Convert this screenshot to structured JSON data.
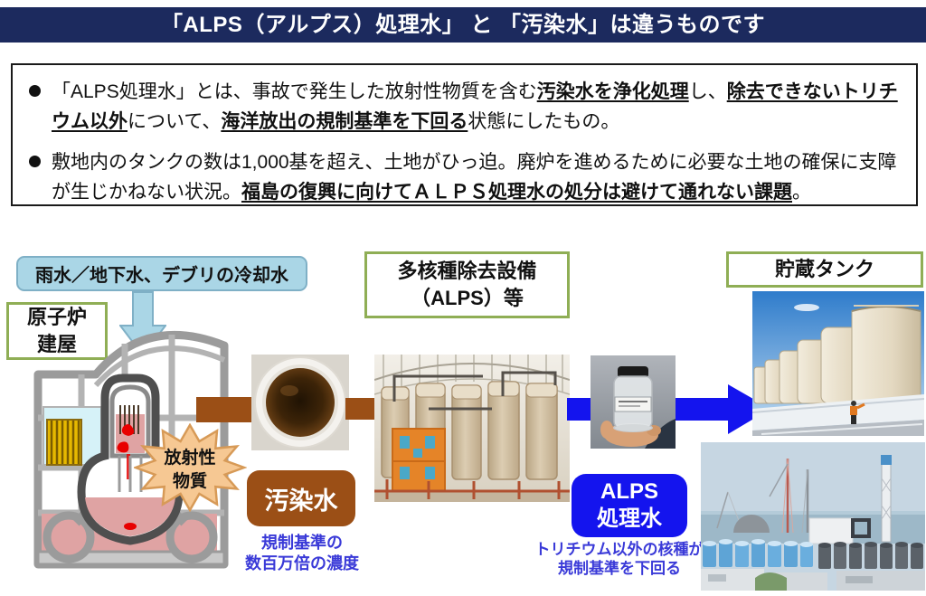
{
  "title": "「ALPS（アルプス）処理水」 と 「汚染水」は違うものです",
  "summary": {
    "bullets": [
      {
        "segments": [
          {
            "t": "「ALPS処理水」とは、事故で発生した放射性物質を含む"
          },
          {
            "t": "汚染水を浄化処理",
            "em": true
          },
          {
            "t": "し、"
          },
          {
            "t": "除去できないトリチウム以外",
            "em": true
          },
          {
            "t": "について、"
          },
          {
            "t": "海洋放出の規制基準を下回る",
            "em": true
          },
          {
            "t": "状態にしたもの。"
          }
        ]
      },
      {
        "segments": [
          {
            "t": "敷地内のタンクの数は1,000基を超え、土地がひっ迫。廃炉を進めるために必要な土地の確保に支障が生じかねない状況。"
          },
          {
            "t": "福島の復興に向けてＡＬＰＳ処理水の処分は避けて通れない課題",
            "em": true
          },
          {
            "t": "。"
          }
        ]
      }
    ]
  },
  "flow": {
    "inflow_label": "雨水／地下水、デブリの冷却水",
    "reactor_line1": "原子炉",
    "reactor_line2": "建屋",
    "radioactive_line1": "放射性",
    "radioactive_line2": "物質",
    "contaminated_label": "汚染水",
    "contaminated_caption_line1": "規制基準の",
    "contaminated_caption_line2": "数百万倍の濃度",
    "alps_facility_line1": "多核種除去設備",
    "alps_facility_line2": "（ALPS）等",
    "treated_line1": "ALPS",
    "treated_line2": "処理水",
    "treated_caption_line1": "トリチウム以外の核種が",
    "treated_caption_line2": "規制基準を下回る",
    "storage_label": "貯蔵タンク"
  },
  "colors": {
    "navy": "#1c2a5e",
    "brown": "#9b4f16",
    "blue": "#1414ee",
    "blue_text": "#3a3ad8",
    "green": "#8fae55",
    "cyan_fill": "#aad6e6",
    "cyan_border": "#7fb0c6",
    "starburst_fill": "#f6c893",
    "starburst_border": "#d79a57"
  }
}
